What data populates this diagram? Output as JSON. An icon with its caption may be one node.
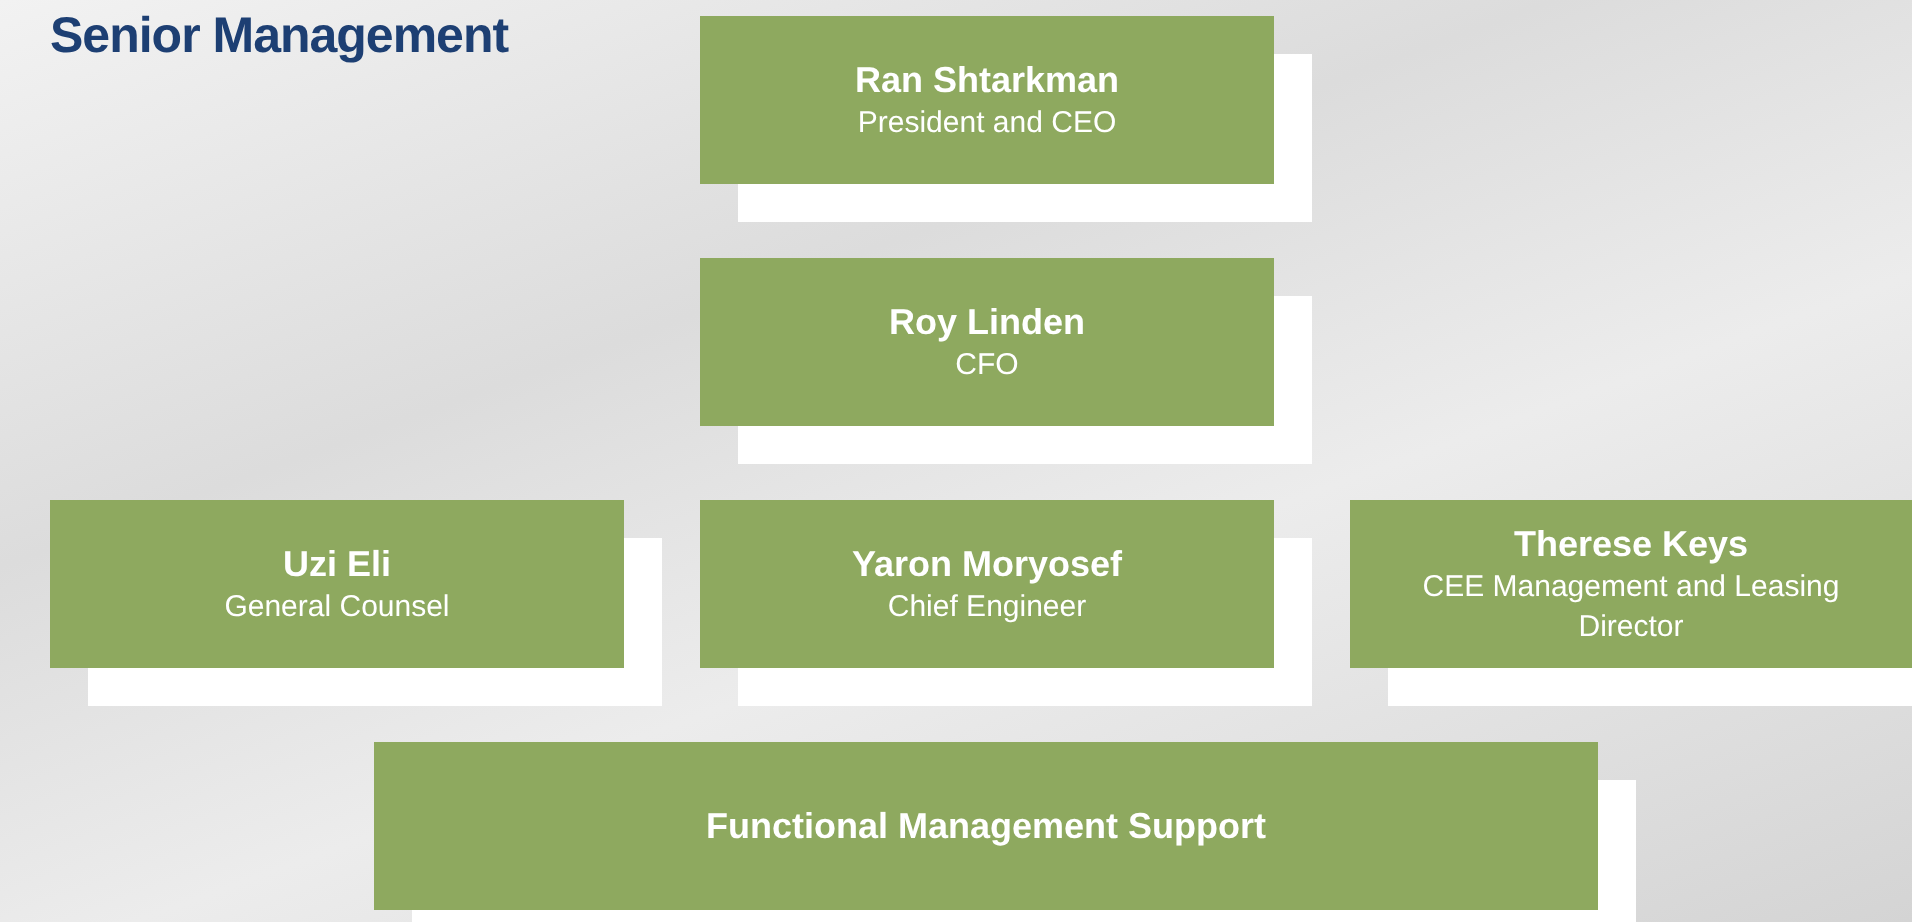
{
  "diagram": {
    "title": "Senior Management",
    "nodes": [
      {
        "text": [
          "Ran Shtarkman",
          "President and CEO"
        ]
      },
      {
        "text": [
          "Roy Linden",
          "CFO"
        ]
      },
      {
        "text": [
          "Uzi Eli",
          "General Counsel"
        ]
      },
      {
        "text": [
          "Yaron Moryosef",
          "Chief Engineer"
        ]
      },
      {
        "text": [
          "Therese Keys",
          "CEE Management and Leasing Director"
        ]
      },
      {
        "text": [
          "Functional Management Support"
        ]
      }
    ]
  }
}
